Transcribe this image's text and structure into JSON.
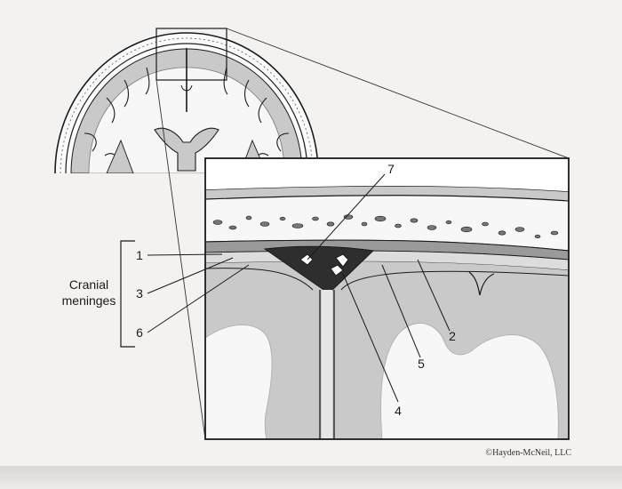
{
  "title": "",
  "group_label_line1": "Cranial",
  "group_label_line2": "meninges",
  "labels": [
    {
      "id": "label-1",
      "text": "1"
    },
    {
      "id": "label-2",
      "text": "2"
    },
    {
      "id": "label-3",
      "text": "3"
    },
    {
      "id": "label-4",
      "text": "4"
    },
    {
      "id": "label-5",
      "text": "5"
    },
    {
      "id": "label-6",
      "text": "6"
    },
    {
      "id": "label-7",
      "text": "7"
    }
  ],
  "copyright": "©Hayden-McNeil, LLC",
  "colors": {
    "background": "#f3f2f0",
    "gray_matter": "#c9c9c9",
    "white_matter": "#f7f7f7",
    "dark_sinus": "#2e2e2e",
    "outline": "#1a1a1a"
  }
}
